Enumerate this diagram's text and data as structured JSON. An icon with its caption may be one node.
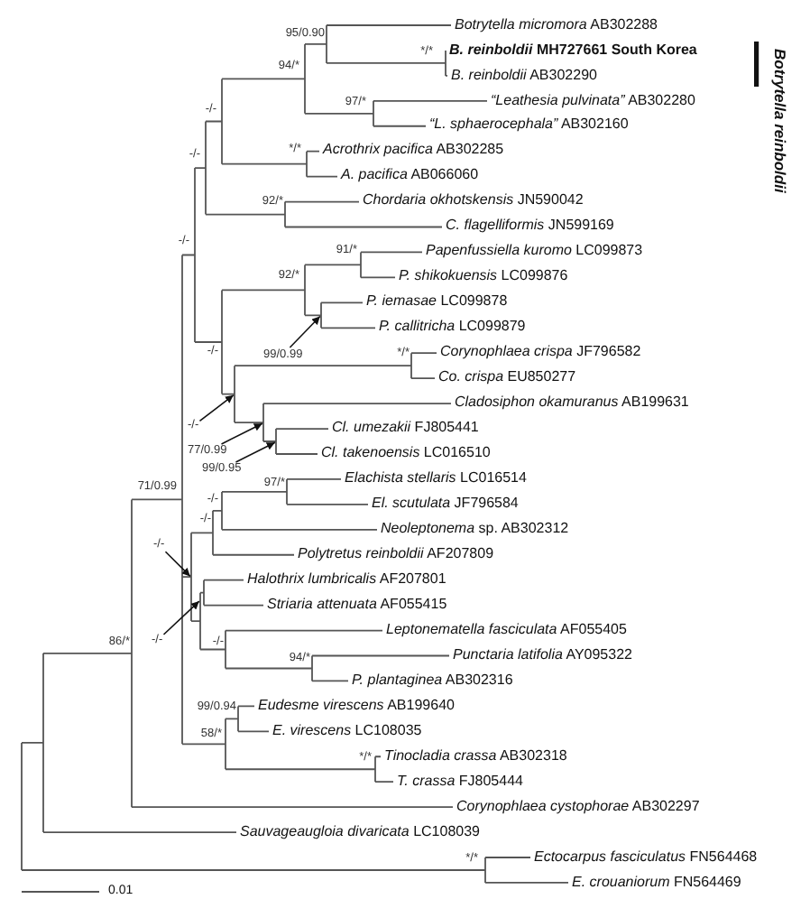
{
  "diagram": {
    "nodes": [
      {
        "text": [
          "99/0.99"
        ]
      },
      {
        "text": [
          "-/-"
        ]
      },
      {
        "text": [
          "77/0.99"
        ]
      },
      {
        "text": [
          "99/0.95"
        ]
      },
      {
        "text": [
          "-/-"
        ]
      },
      {
        "text": [
          "-/-"
        ]
      }
    ],
    "edges": [
      {
        "from": 0,
        "to": null,
        "arrow": "to"
      },
      {
        "from": 1,
        "to": null,
        "arrow": "to"
      },
      {
        "from": 2,
        "to": null,
        "arrow": "to"
      },
      {
        "from": 3,
        "to": null,
        "arrow": "to"
      },
      {
        "from": 4,
        "to": null,
        "arrow": "to"
      },
      {
        "from": 5,
        "to": null,
        "arrow": "to"
      }
    ],
    "labels": [
      "*Botrytella micromora* AB302288",
      "95/0.90",
      "*/*",
      "*B. reinboldii* MH727661 South Korea",
      "94/*",
      "*B. reinboldii* AB302290",
      "Botrytella reinboldii",
      "*“Leathesia pulvinata”* AB302280",
      "97/*",
      "-/-",
      "*“L. sphaerocephala”* AB302160",
      "*/*",
      "*Acrothrix pacifica* AB302285",
      "-/-",
      "*A. pacifica* AB066060",
      "92/*",
      "*Chordaria okhotskensis* JN590042",
      "*C. flagelliformis* JN599169",
      "-/-",
      "*Papenfussiella kuromo* LC099873",
      "91/*",
      "*P. shikokuensis* LC099876",
      "92/*",
      "*P. iemasae* LC099878",
      "*P. callitricha* LC099879",
      "-/-",
      "*/*",
      "*Corynophlaea crispa* JF796582",
      "*Co. crispa* EU850277",
      "*Cladosiphon okamuranus* AB199631",
      "*Cl. umezakii* FJ805441",
      "*Cl. takenoensis* LC016510",
      "97/*",
      "*Elachista stellaris* LC016514",
      "71/0.99",
      "-/-",
      "*El. scutulata* JF796584",
      "-/-",
      "*Neoleptonema* sp. AB302312",
      "*Polytretus reinboldii* AF207809",
      "*Halothrix lumbricalis* AF207801",
      "*Striaria attenuata* AF055415",
      "*Leptonematella fasciculata* AF055405",
      "86/*",
      "-/-",
      "*Punctaria latifolia* AY095322",
      "94/*",
      "*P. plantaginea* AB302316",
      "99/0.94",
      "*Eudesme virescens* AB199640",
      "*E. virescens* LC108035",
      "58/*",
      "*/*",
      "*Tinocladia crassa* AB302318",
      "*T. crassa* FJ805444",
      "*Corynophlaea cystophorae* AB302297",
      "*Sauvageaugloia divaricata* LC108039",
      "*/*",
      "*Ectocarpus fasciculatus* FN564468",
      "*E. crouaniorum* FN564469",
      "0.01"
    ]
  }
}
